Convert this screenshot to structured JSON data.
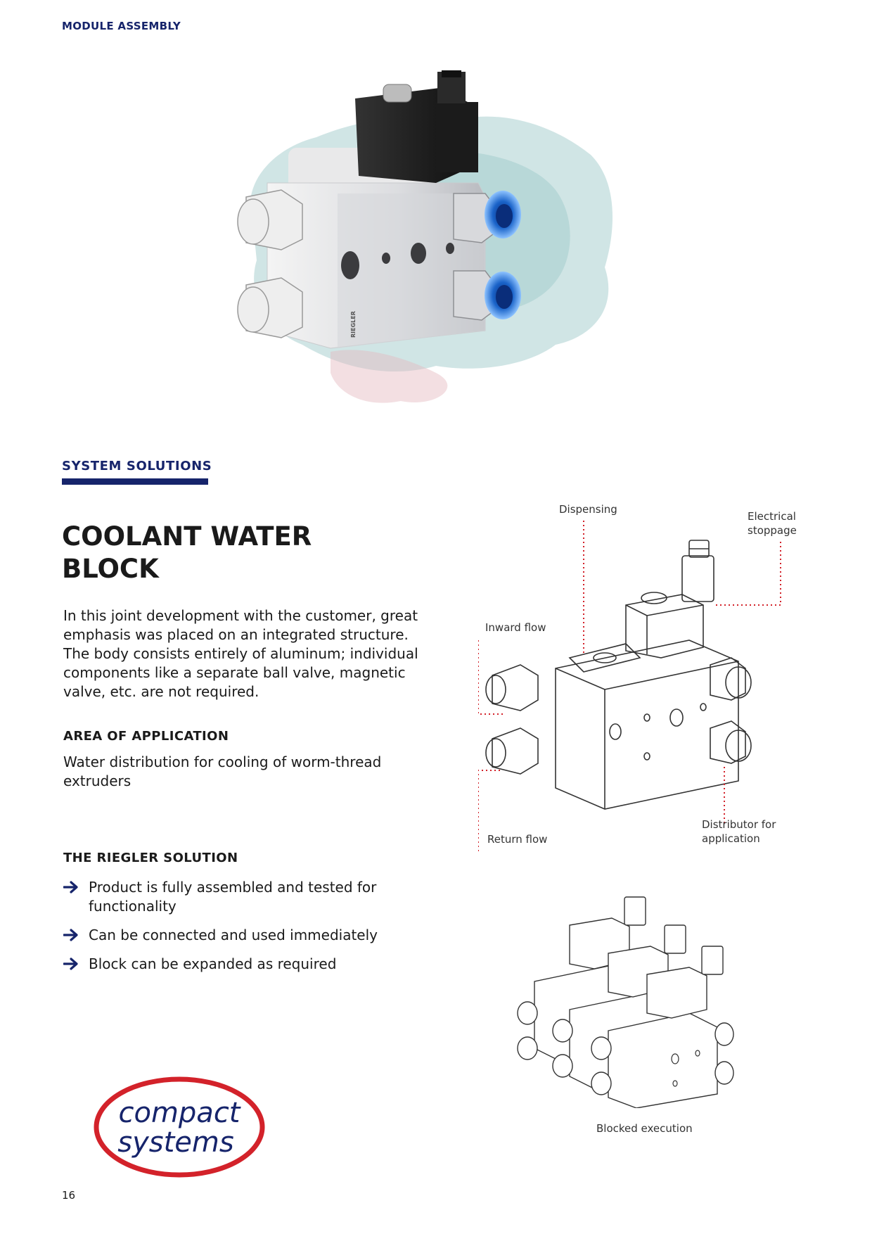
{
  "header": {
    "section_label": "MODULE ASSEMBLY"
  },
  "section": {
    "label": "SYSTEM SOLUTIONS"
  },
  "title": {
    "line1": "COOLANT WATER",
    "line2": "BLOCK"
  },
  "intro": "In this joint development with the customer, great emphasis was placed on an integrated structure. The body consists entirely of aluminum; individual components like a separate ball valve, magnetic valve, etc. are not required.",
  "application": {
    "heading": "AREA OF APPLICATION",
    "text": "Water distribution for cooling of worm-thread extruders"
  },
  "solution": {
    "heading": "THE RIEGLER SOLUTION",
    "bullets": [
      "Product is fully assembled and tested for functionality",
      "Can be connected and used immediately",
      "Block can be expanded as required"
    ]
  },
  "diagram": {
    "dispensing": "Dispensing",
    "electrical": [
      "Electrical",
      "stoppage"
    ],
    "inward": "Inward flow",
    "return": "Return flow",
    "distributor": [
      "Distributor for",
      "application"
    ],
    "blocked": "Blocked execution"
  },
  "product": {
    "brand_mark": "RIEGLER"
  },
  "logo": {
    "line1": "compact",
    "line2": "systems"
  },
  "page_number": "16",
  "colors": {
    "brand_navy": "#16246b",
    "callout_red": "#d3222a",
    "logo_red": "#d3222a",
    "port_blue": "#1a63c9",
    "splash_teal": "#a9cfd0"
  }
}
